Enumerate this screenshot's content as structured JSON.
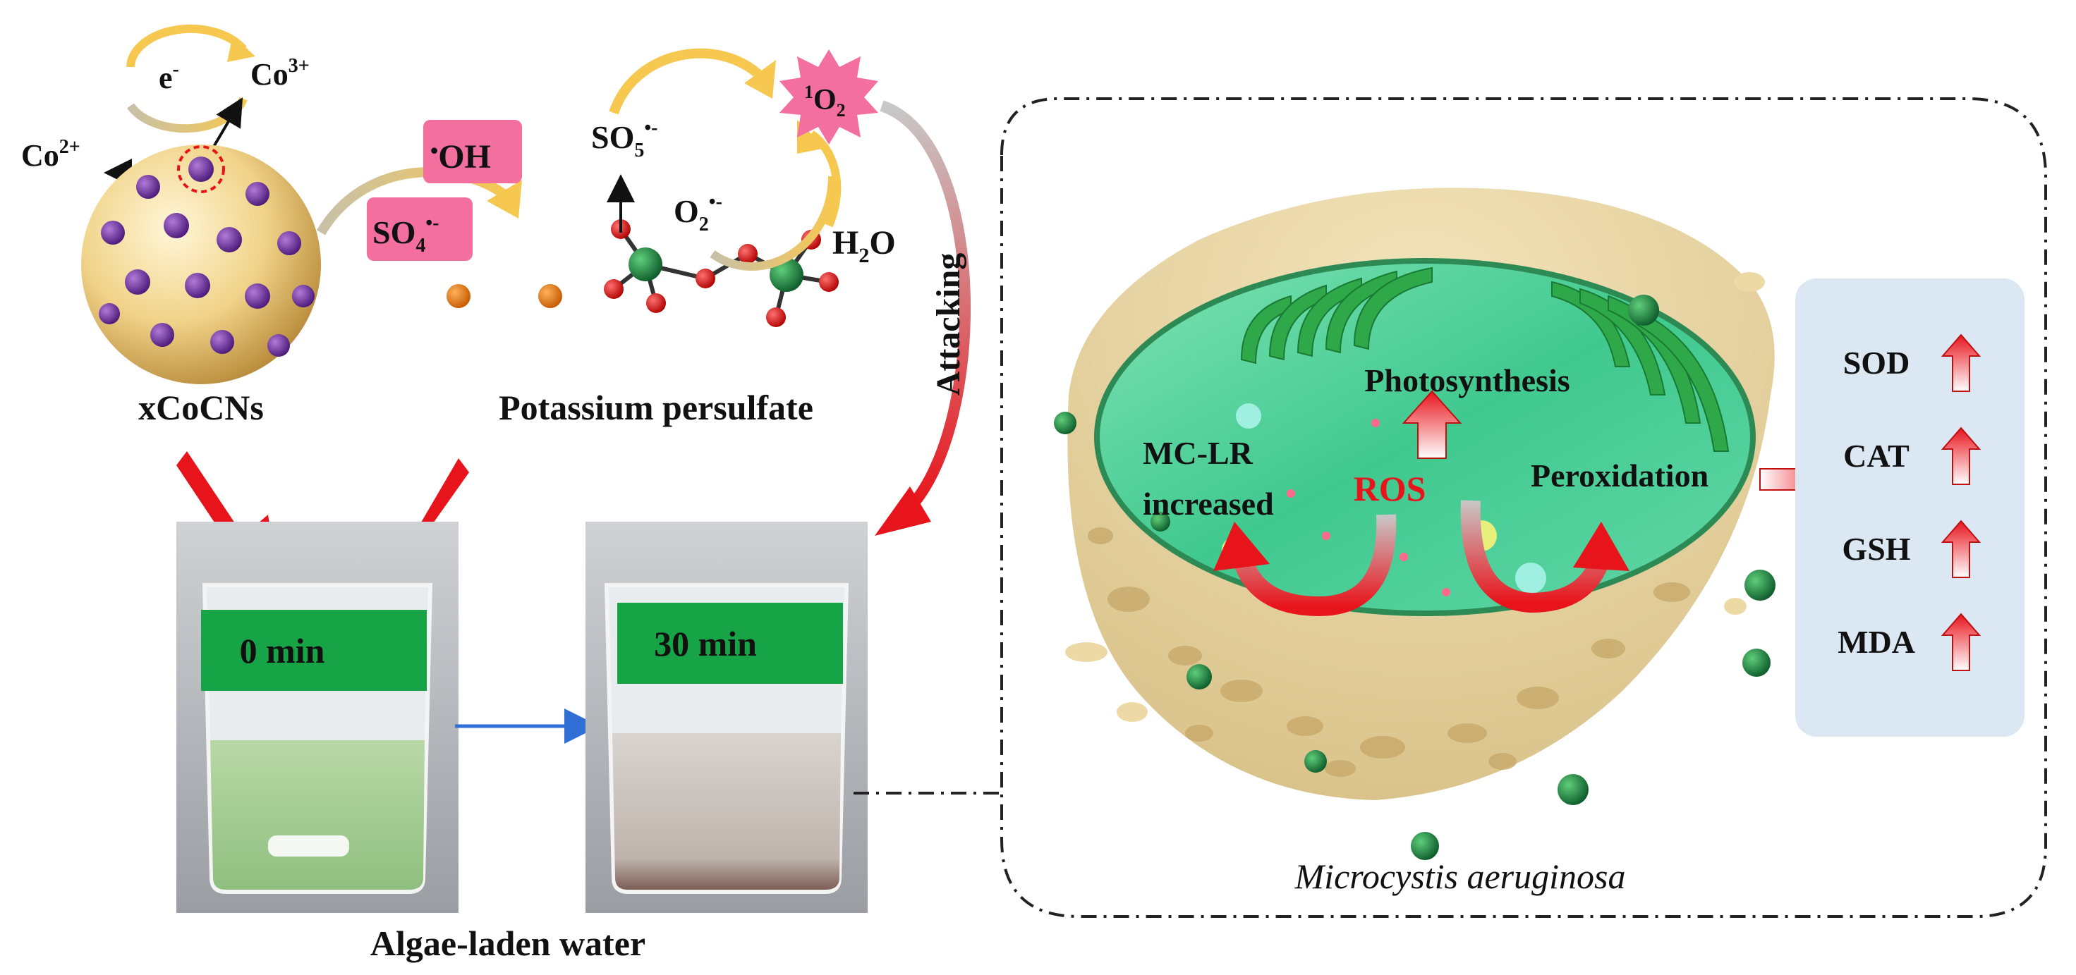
{
  "catalyst": {
    "label": "xCoCNs",
    "electron": "e",
    "electron_sup": "-",
    "co2": "Co",
    "co2_sup": "2+",
    "co3": "Co",
    "co3_sup": "3+"
  },
  "radicals": {
    "oh_dot": "•",
    "oh": "OH",
    "so4": "SO",
    "so4_sub": "4",
    "so4_sup": "•-",
    "so5": "SO",
    "so5_sub": "5",
    "so5_sup": "•-",
    "o2": "O",
    "o2_sub": "2",
    "o2_sup": "•-",
    "singlet_pre": "1",
    "singlet": "O",
    "singlet_sub": "2",
    "h2o": "H",
    "h2o_sub": "2",
    "h2o_post": "O"
  },
  "oxidant": {
    "label": "Potassium persulfate"
  },
  "process": {
    "attacking": "Attacking"
  },
  "beakers": {
    "before": "0 min",
    "after": "30 min",
    "caption": "Algae-laden water"
  },
  "cell": {
    "photosynthesis": "Photosynthesis",
    "mclr_1": "MC-LR",
    "mclr_2": "increased",
    "ros": "ROS",
    "peroxidation": "Peroxidation",
    "species": "Microcystis aeruginosa"
  },
  "enzymes": {
    "items": [
      "SOD",
      "CAT",
      "GSH",
      "MDA"
    ]
  },
  "colors": {
    "arrow_red": "#e8141c",
    "box_green": "#17a447",
    "radical_pink": "#f36f9e",
    "panel_blue": "#dbe8f4",
    "cell_green": "#3fbf6a",
    "shell_tan": "#ecd9a6",
    "cobalt_purple": "#6a2a9a"
  }
}
